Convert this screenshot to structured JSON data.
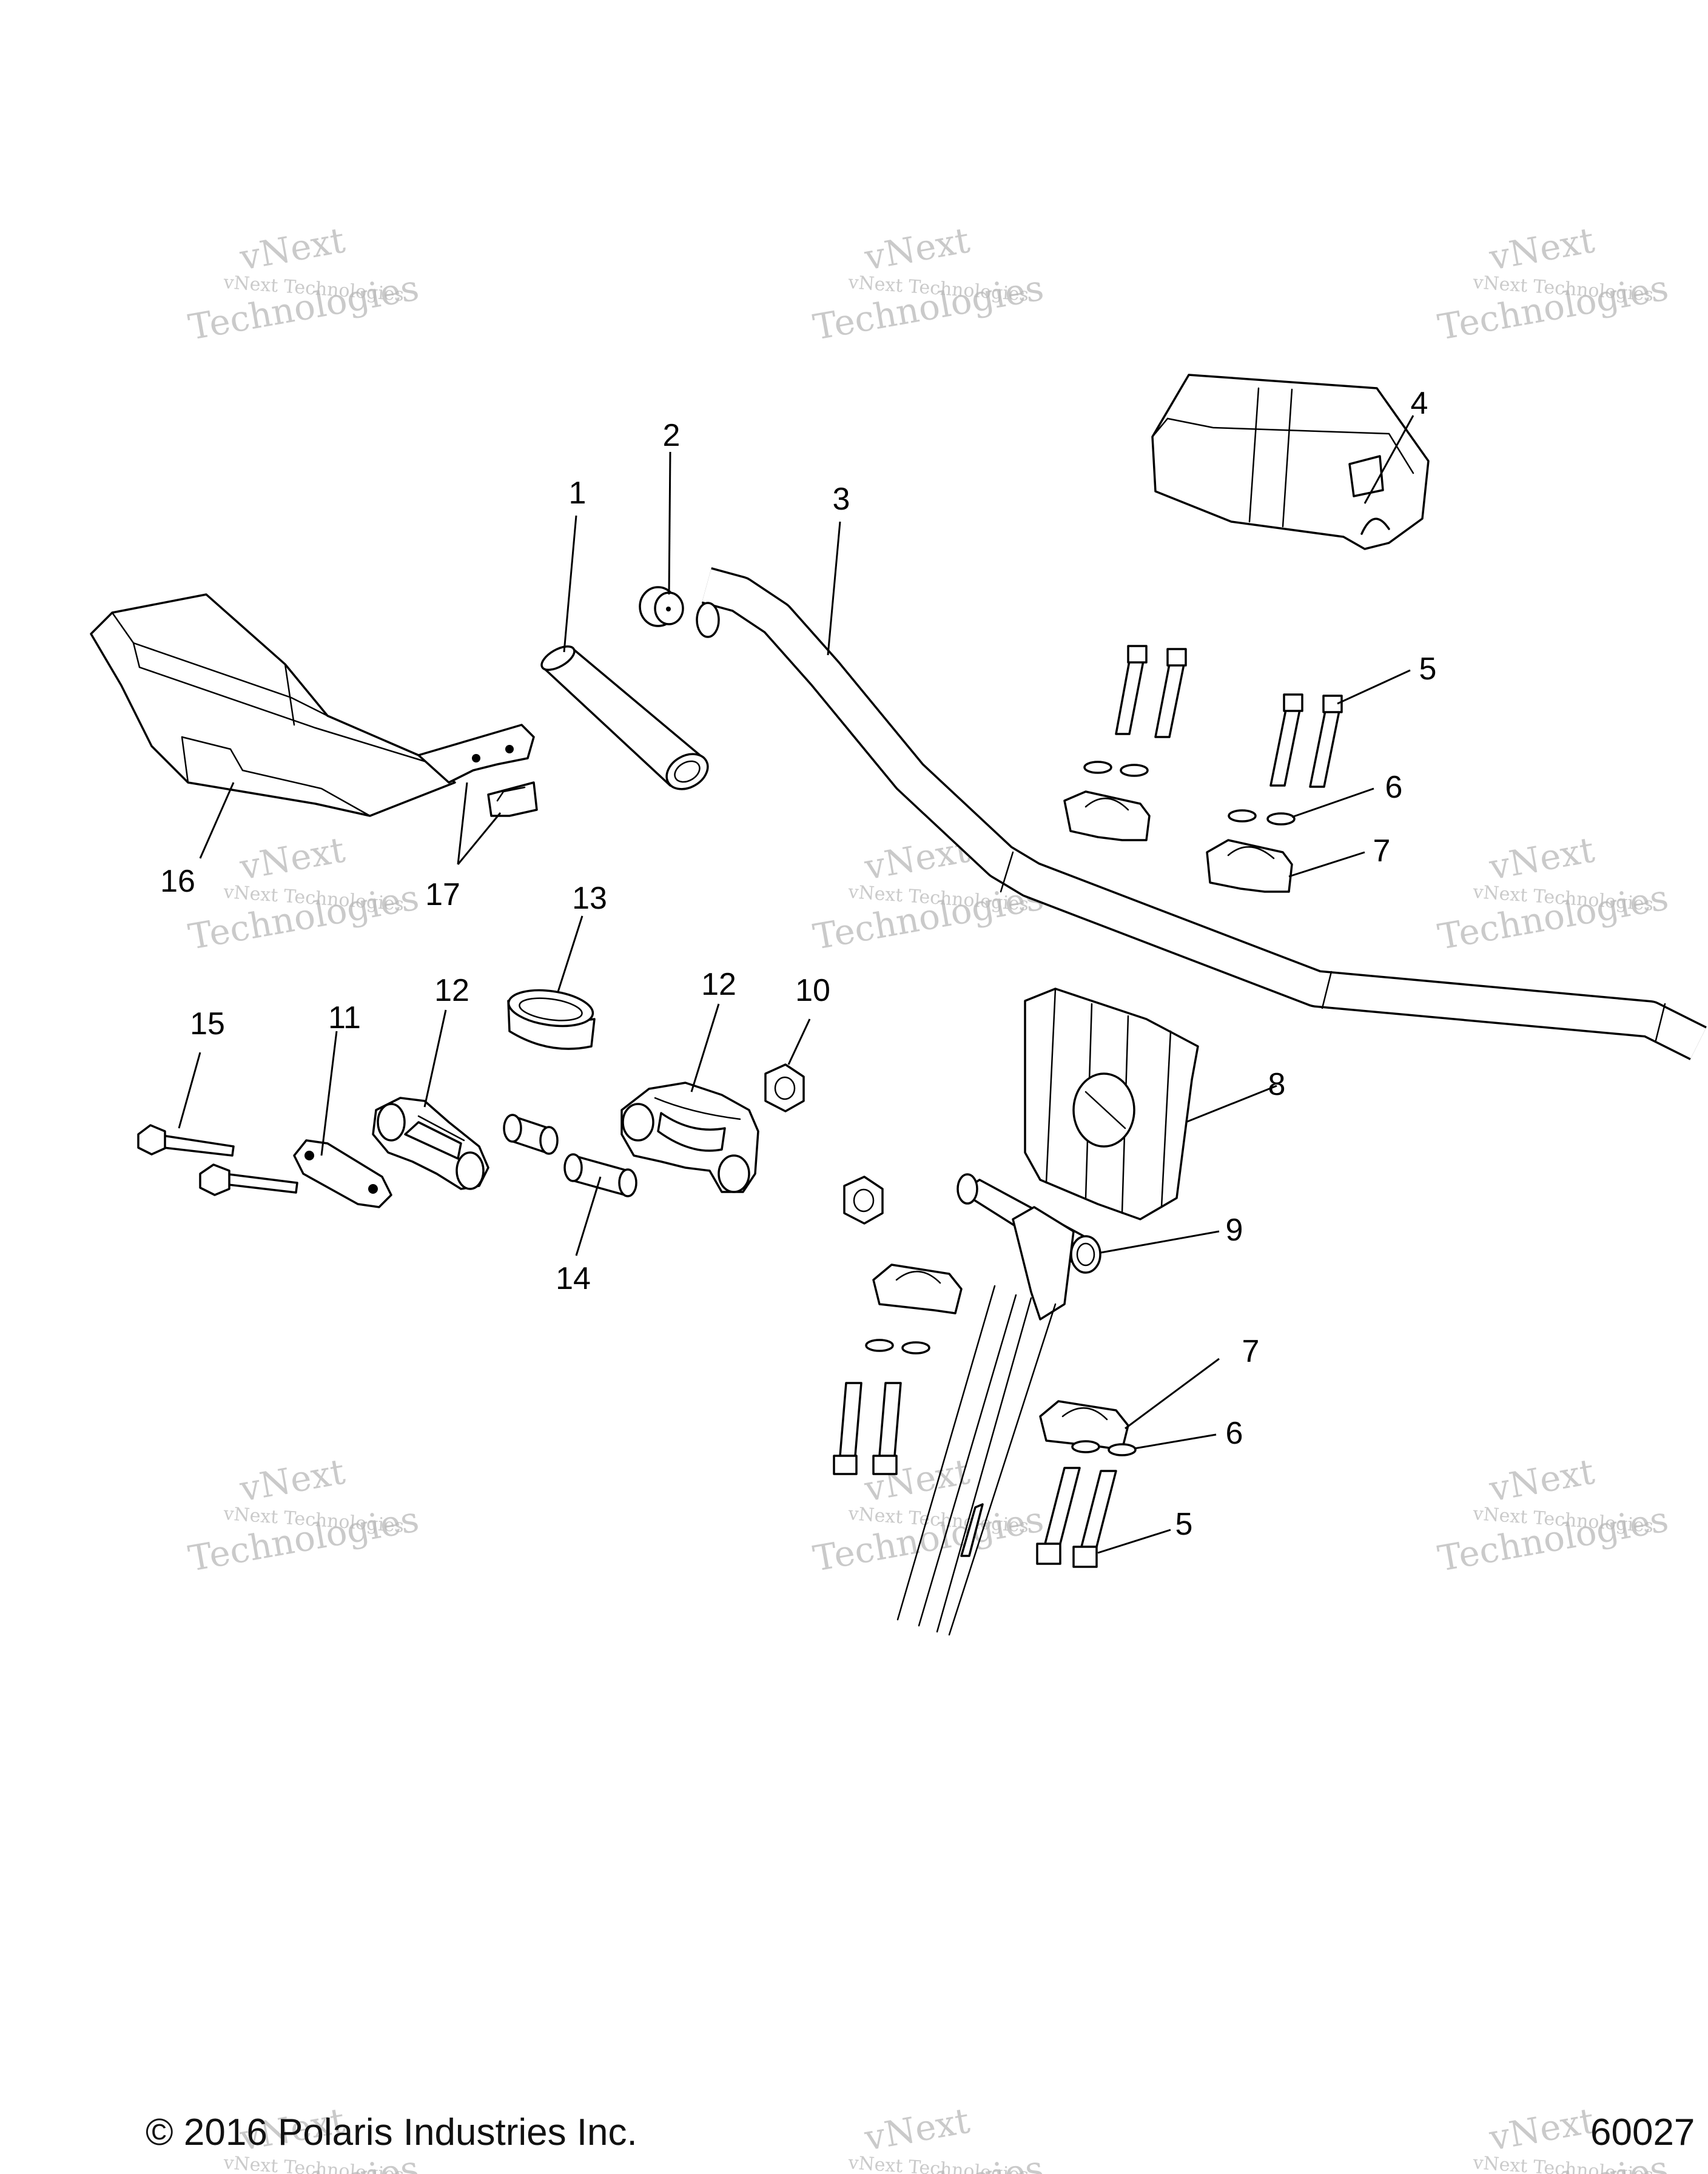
{
  "watermark": {
    "small_text": "vNext Technologies",
    "large_text_top": "vNext",
    "large_text_bottom": "Technologies"
  },
  "callouts": [
    {
      "id": "c1",
      "label": "1"
    },
    {
      "id": "c2",
      "label": "2"
    },
    {
      "id": "c3",
      "label": "3"
    },
    {
      "id": "c4",
      "label": "4"
    },
    {
      "id": "c5a",
      "label": "5"
    },
    {
      "id": "c6a",
      "label": "6"
    },
    {
      "id": "c7a",
      "label": "7"
    },
    {
      "id": "c8",
      "label": "8"
    },
    {
      "id": "c9",
      "label": "9"
    },
    {
      "id": "c7b",
      "label": "7"
    },
    {
      "id": "c6b",
      "label": "6"
    },
    {
      "id": "c5b",
      "label": "5"
    },
    {
      "id": "c10",
      "label": "10"
    },
    {
      "id": "c11",
      "label": "11"
    },
    {
      "id": "c12a",
      "label": "12"
    },
    {
      "id": "c12b",
      "label": "12"
    },
    {
      "id": "c13",
      "label": "13"
    },
    {
      "id": "c14",
      "label": "14"
    },
    {
      "id": "c15",
      "label": "15"
    },
    {
      "id": "c16",
      "label": "16"
    },
    {
      "id": "c17",
      "label": "17"
    }
  ],
  "footer": {
    "copyright": "© 2016 Polaris Industries Inc.",
    "reference": "60027"
  }
}
